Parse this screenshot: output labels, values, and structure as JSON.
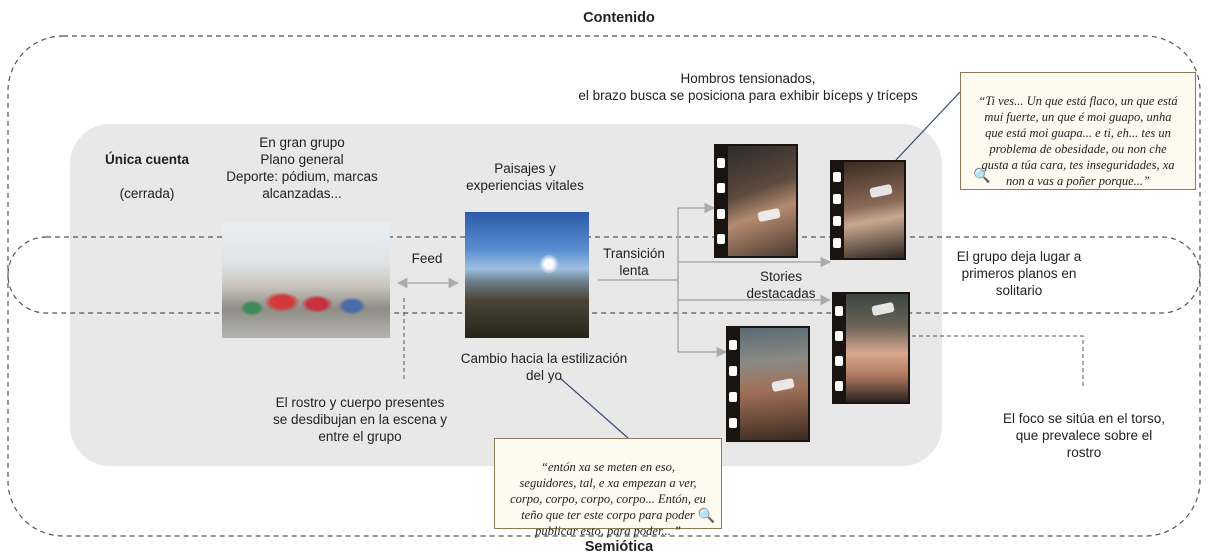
{
  "labels": {
    "contenido": "Contenido",
    "semiotica": "Semiótica",
    "unica_cuenta_bold": "Única cuenta",
    "unica_cuenta_sub": "(cerrada)",
    "gran_grupo": "En gran grupo\nPlano general\nDeporte: pódium,  marcas\nalcanzadas...",
    "paisajes": "Paisajes y\nexperiencias vitales",
    "feed": "Feed",
    "transicion": "Transición\nlenta",
    "hombros": "Hombros tensionados,\nel brazo busca se posiciona para exhibir bíceps y tríceps",
    "stories": "Stories\ndestacadas",
    "grupo_deja": "El grupo deja lugar a\nprimeros planos en\nsolitario",
    "cambio": "Cambio hacia la estilización\ndel yo",
    "rostro": "El rostro  y cuerpo presentes\nse desdibujan en la escena y\nentre el grupo",
    "foco": "El foco se sitúa en el torso,\nque prevalece sobre el\nrostro"
  },
  "quotes": {
    "top_right": "“Ti ves... Un que está flaco, un que está\nmui fuerte, un que é moi guapo, unha\nque está moi guapa... e ti, eh... tes un\nproblema de obesidade, ou non che\ngusta a túa cara, tes inseguridades, xa\nnon a vas a poñer porque...”",
    "bottom_center": "“entón xa se meten en eso,\nseguidores, tal, e xa empezan a ver,\ncorpo, corpo, corpo, corpo... Entón, eu\nteño que ter este corpo para poder\npublicar esto, para poder... ”"
  },
  "icons": [
    "search-people-icon",
    "search-people-icon"
  ],
  "colors": {
    "panel": "#e8e8e8",
    "dash": "#555555",
    "arrow": "#aaaaaa",
    "quote_border": "#8a7a55",
    "quote_bg": "#fdfaf0"
  }
}
